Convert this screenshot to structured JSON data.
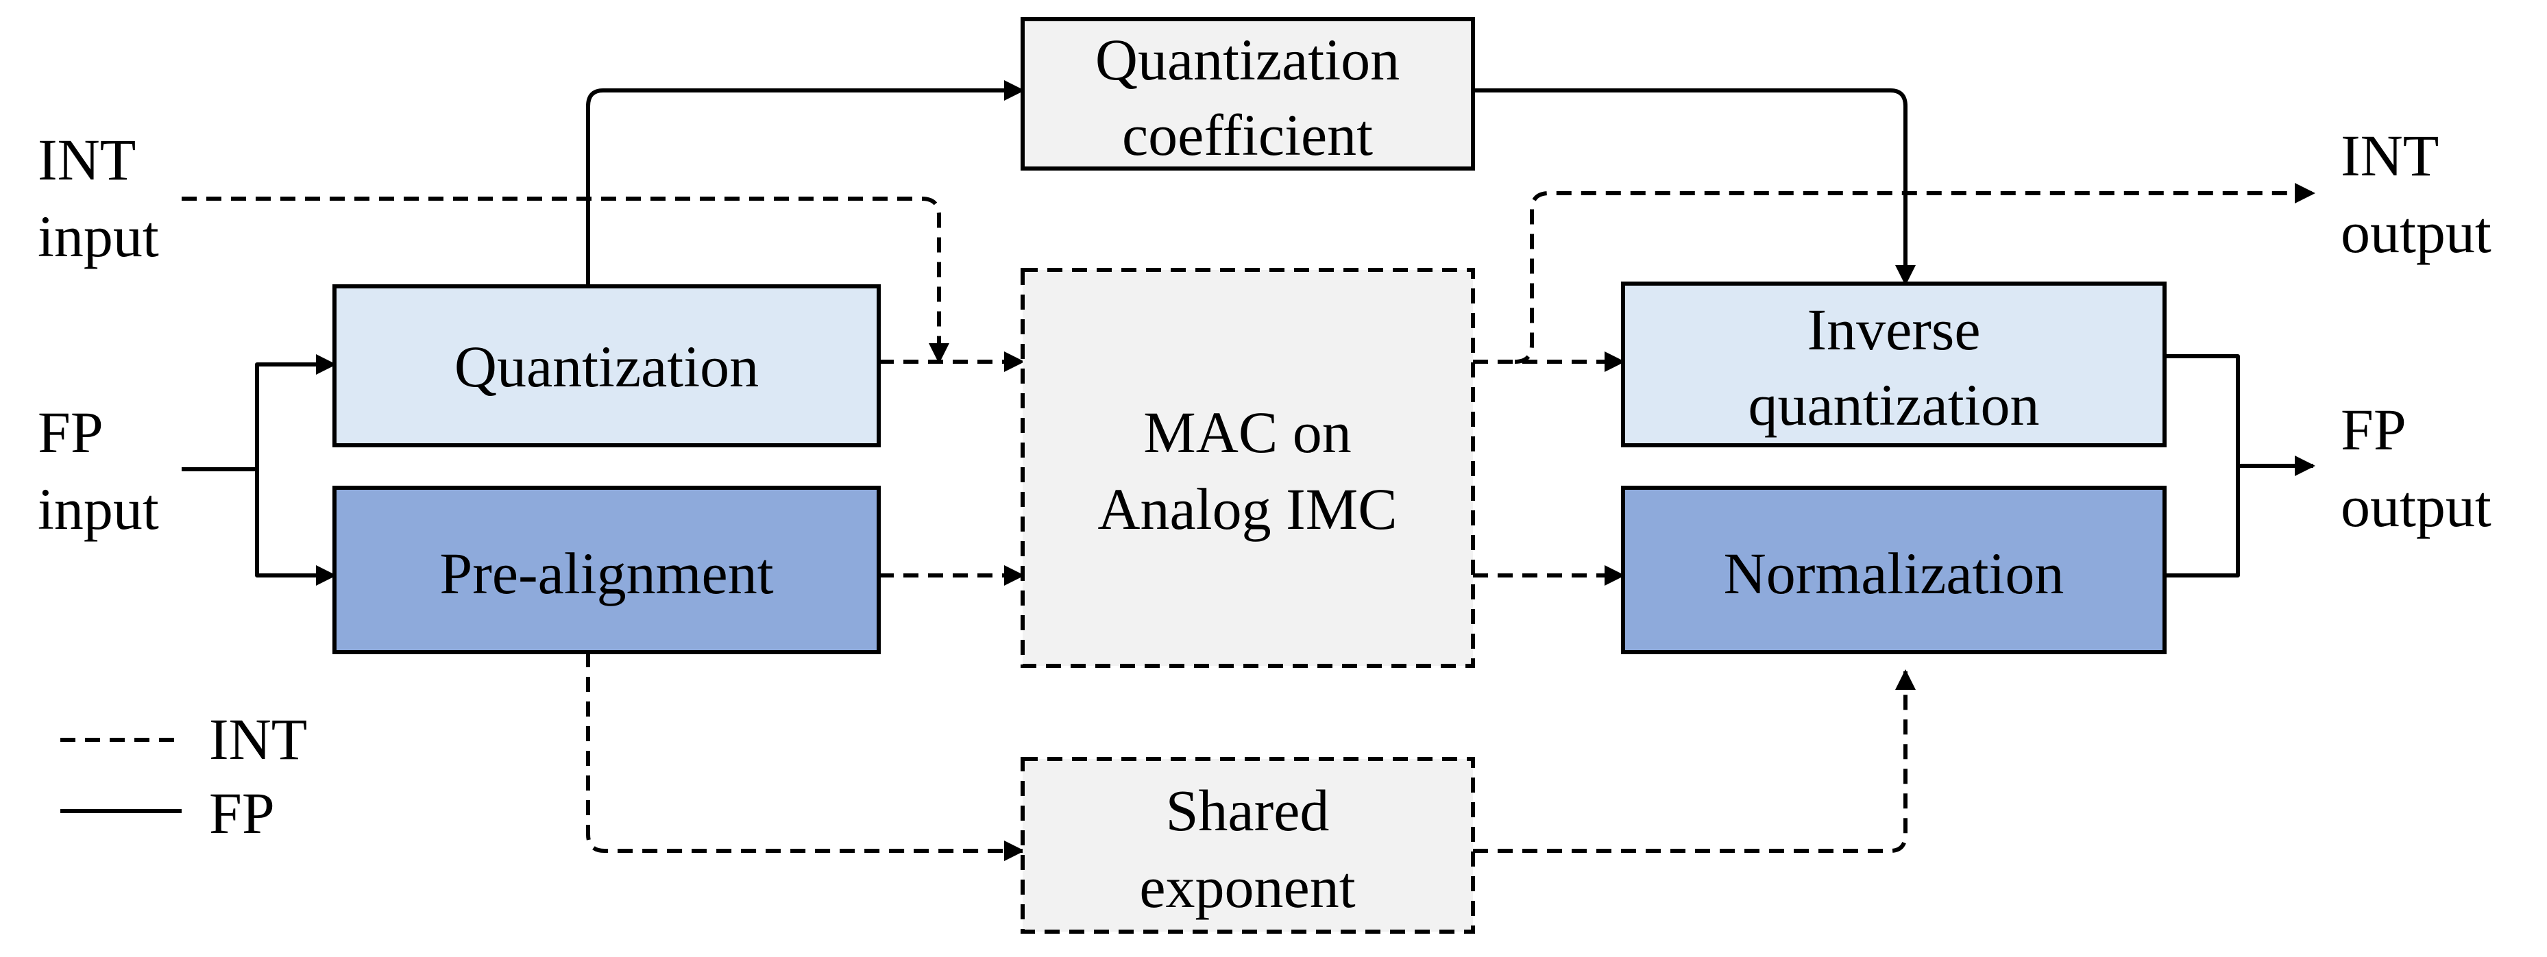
{
  "colors": {
    "quantization_fill": "#dce8f5",
    "prealign_fill": "#8eaadb",
    "neutral_fill": "#f2f2f2",
    "stroke": "#000000"
  },
  "blocks": {
    "quant_coeff": [
      "Quantization",
      "coefficient"
    ],
    "quantization": [
      "Quantization"
    ],
    "prealign": [
      "Pre-alignment"
    ],
    "mac": [
      "MAC on",
      "Analog IMC"
    ],
    "inv_quant": [
      "Inverse",
      "quantization"
    ],
    "normalization": [
      "Normalization"
    ],
    "shared_exp": [
      "Shared",
      "exponent"
    ]
  },
  "io": {
    "int_input": [
      "INT",
      "input"
    ],
    "fp_input": [
      "FP",
      "input"
    ],
    "int_output": [
      "INT",
      "output"
    ],
    "fp_output": [
      "FP",
      "output"
    ]
  },
  "legend": [
    {
      "style": "dashed",
      "label": "INT"
    },
    {
      "style": "solid",
      "label": "FP"
    }
  ]
}
